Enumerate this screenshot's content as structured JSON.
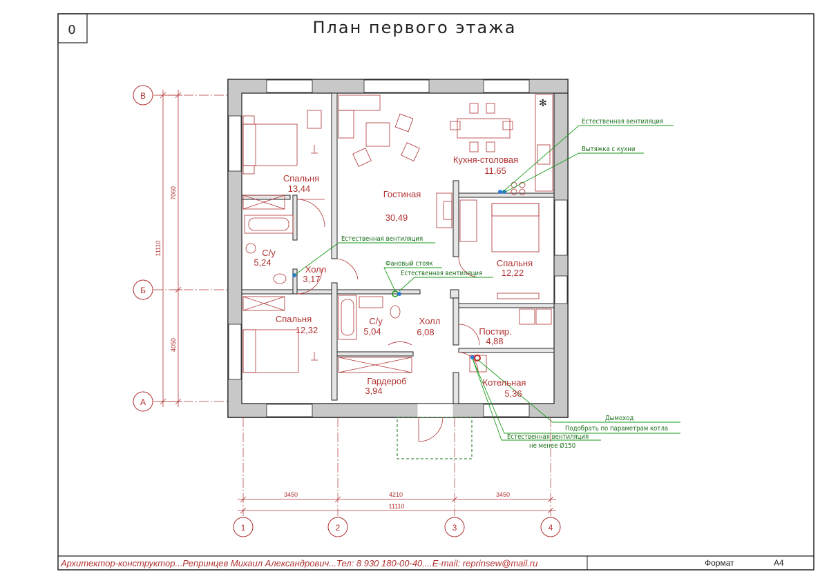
{
  "sheet": {
    "number": "0",
    "title": "План первого этажа",
    "footer_left": "Архитектор-конструктор...Репринцев Михаил Александрович...Тел: 8 930 180-00-40....E-mail: reprinsew@mail.ru",
    "format_label": "Формат",
    "format_value": "А4"
  },
  "rooms": {
    "bedroom_nw": {
      "name": "Спальня",
      "area": "13,44"
    },
    "living": {
      "name": "Гостиная",
      "area": "30,49"
    },
    "kitchen": {
      "name": "Кухня-столовая",
      "area": "11,65"
    },
    "wc_west": {
      "name": "С/у",
      "area": "5,24"
    },
    "hall_small": {
      "name": "Холл",
      "area": "3,17"
    },
    "bedroom_e": {
      "name": "Спальня",
      "area": "12,22"
    },
    "bedroom_sw": {
      "name": "Спальня",
      "area": "12,32"
    },
    "wc_center": {
      "name": "С/у",
      "area": "5,04"
    },
    "hall_center": {
      "name": "Холл",
      "area": "6,08"
    },
    "laundry": {
      "name": "Постир.",
      "area": "4,88"
    },
    "wardrobe": {
      "name": "Гардероб",
      "area": "3,94"
    },
    "boiler": {
      "name": "Котельная",
      "area": "5,36"
    }
  },
  "notes": {
    "vent_kitchen": "Естественная вентиляция",
    "hood_kitchen": "Вытяжка с кухни",
    "vent_hall": "Естественная вентиляция",
    "fan_riser": "Фановый стояк",
    "vent_wc": "Естественная вентиляция",
    "chimney": "Дымоход",
    "boiler_params": "Подобрать по параметрам котла",
    "vent_boiler": "Естественная вентиляция",
    "vent_boiler_min": "не менее Ø150"
  },
  "axes": {
    "rows": [
      "В",
      "Б",
      "А"
    ],
    "cols": [
      "1",
      "2",
      "3",
      "4"
    ]
  },
  "dimensions": {
    "vertical": [
      "7060",
      "4050",
      "11110"
    ],
    "horizontal": [
      "3450",
      "4210",
      "3450"
    ],
    "horizontal_total": "11110"
  },
  "colors": {
    "furniture": "#b03030",
    "notes": "#1a6e1a",
    "wall_fill": "#c8c8c8"
  }
}
